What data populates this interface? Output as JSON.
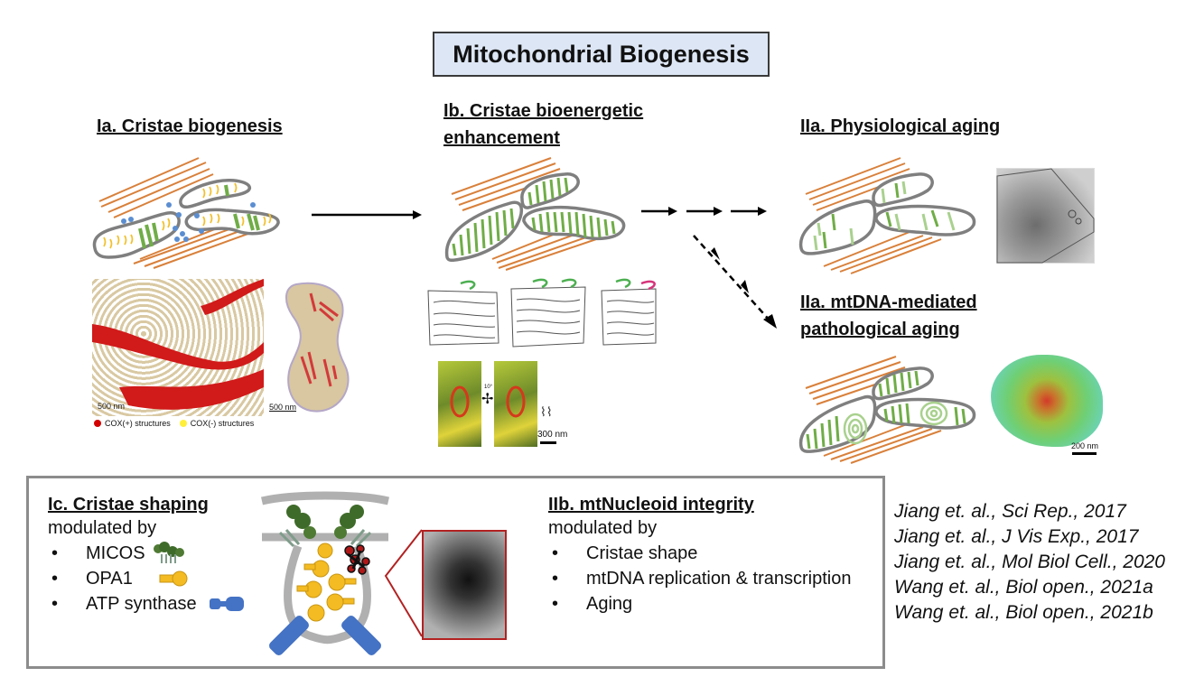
{
  "title": "Mitochondrial Biogenesis",
  "sections": {
    "ia": {
      "heading": "Ia. Cristae biogenesis"
    },
    "ib": {
      "heading_line1": "Ib. Cristae bioenergetic",
      "heading_line2": "enhancement"
    },
    "iia_physio": {
      "heading": "IIa. Physiological aging"
    },
    "iia_patho": {
      "heading_line1": "IIa. mtDNA-mediated",
      "heading_line2": "pathological aging"
    }
  },
  "micrographs": {
    "ia_scale_1": "500 nm",
    "ia_scale_2": "500 nm",
    "ia_legend": [
      {
        "label": "COX(+) structures",
        "color": "#d40000"
      },
      {
        "label": "COX(-) structures",
        "color": "#ffef3a"
      }
    ],
    "ib_scale": "300 nm",
    "ib_rotation": "10°",
    "iia_patho_scale": "200 nm"
  },
  "bottom_panel": {
    "ic": {
      "title": "Ic. Cristae shaping",
      "subtitle": "modulated by",
      "items": [
        {
          "label": "MICOS",
          "icon": "micos-icon"
        },
        {
          "label": "OPA1",
          "icon": "opa1-icon"
        },
        {
          "label": "ATP synthase",
          "icon": "atp-synthase-icon"
        }
      ]
    },
    "iib": {
      "title": "IIb. mtNucleoid integrity",
      "subtitle": "modulated by",
      "items": [
        {
          "label": "Cristae shape"
        },
        {
          "label": "mtDNA replication & transcription"
        },
        {
          "label": "Aging"
        }
      ]
    },
    "bullet_char": "•"
  },
  "references": [
    "Jiang et. al., Sci Rep., 2017",
    "Jiang et. al., J Vis Exp., 2017",
    "Jiang et. al., Mol Biol Cell., 2020",
    "Wang et. al., Biol open., 2021a",
    "Wang et. al., Biol open., 2021b"
  ],
  "colors": {
    "title_bg": "#dde6f4",
    "membrane": "#7f7f7f",
    "fiber": "#d9803a",
    "crista_green": "#70ad47",
    "crista_light": "#a9d18e",
    "crista_yellow": "#f2c12e",
    "vesicle_blue": "#5b8ed1",
    "atp_blue": "#4472c4",
    "opa1_yellow": "#f4bb22",
    "micos_green": "#3f6b2a",
    "frame_red": "#b22222"
  }
}
